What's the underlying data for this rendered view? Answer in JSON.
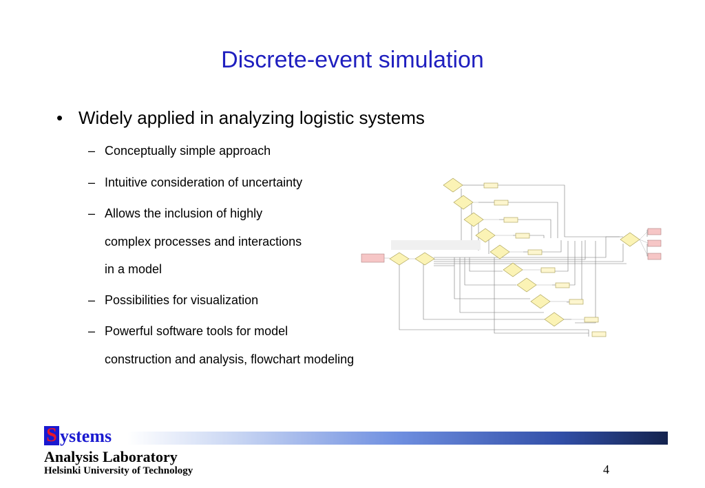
{
  "slide": {
    "title": "Discrete-event simulation",
    "main_bullet": "Widely applied in analyzing logistic systems",
    "bullet_symbol": "•",
    "dash_symbol": "–",
    "sub_bullets": [
      "Conceptually simple approach",
      "Intuitive consideration of uncertainty",
      "Allows the inclusion of highly",
      "Possibilities for visualization",
      "Powerful software tools for model"
    ],
    "continuations": [
      "complex processes and interactions",
      "in a model",
      "construction and analysis, flowchart modeling"
    ],
    "page_number": "4"
  },
  "logo": {
    "initial": "S",
    "rest": "ystems",
    "line2": "Analysis Laboratory",
    "line3": "Helsinki University of Technology"
  },
  "colors": {
    "title": "#1f1fbf",
    "logo_blue": "#1a1ad0",
    "logo_red": "#e8162b",
    "decision_fill": "#fbf3b5",
    "process_fill": "#fdf6cf",
    "io_fill": "#f6c6c6"
  }
}
